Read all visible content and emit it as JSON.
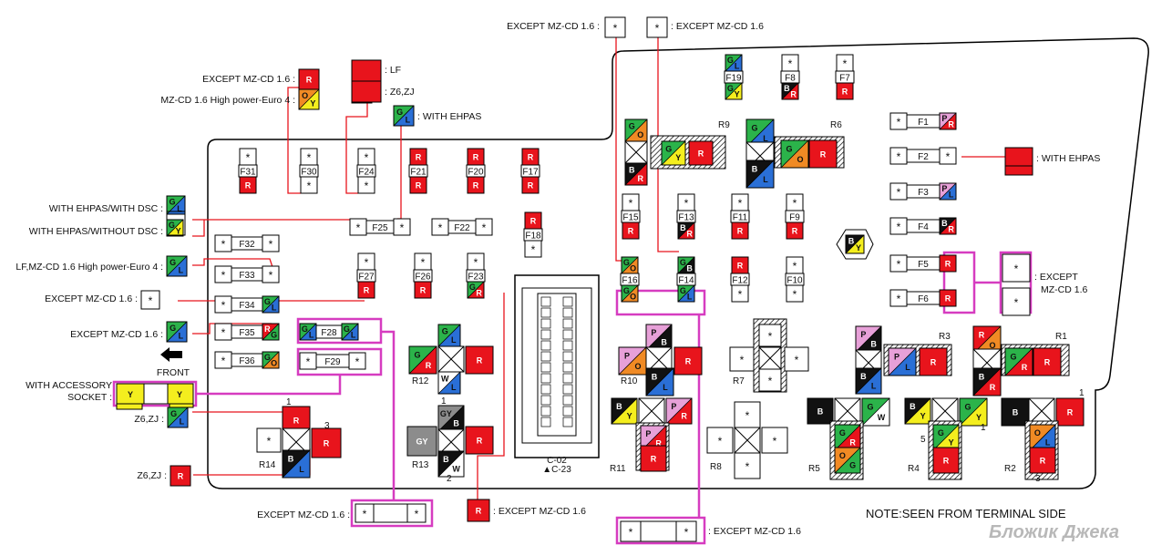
{
  "colors": {
    "R": "#e8141c",
    "G": "#2bb34a",
    "L": "#2a6fd6",
    "Y": "#f4ee1e",
    "O": "#f08a24",
    "P": "#e7a0d8",
    "W": "#ffffff",
    "B": "#111111",
    "GY": "#8c8c8c",
    "highlight": "#d63cc0",
    "wire": "#e8141c"
  },
  "fuse_labels": {
    "F1": "F1",
    "F2": "F2",
    "F3": "F3",
    "F4": "F4",
    "F5": "F5",
    "F6": "F6",
    "F7": "F7",
    "F8": "F8",
    "F9": "F9",
    "F10": "F10",
    "F11": "F11",
    "F12": "F12",
    "F13": "F13",
    "F14": "F14",
    "F15": "F15",
    "F16": "F16",
    "F17": "F17",
    "F18": "F18",
    "F19": "F19",
    "F20": "F20",
    "F21": "F21",
    "F22": "F22",
    "F23": "F23",
    "F24": "F24",
    "F25": "F25",
    "F26": "F26",
    "F27": "F27",
    "F28": "F28",
    "F29": "F29",
    "F30": "F30",
    "F31": "F31",
    "F32": "F32",
    "F33": "F33",
    "F34": "F34",
    "F35": "F35",
    "F36": "F36"
  },
  "relay_labels": {
    "R1": "R1",
    "R2": "R2",
    "R3": "R3",
    "R4": "R4",
    "R5": "R5",
    "R6": "R6",
    "R7": "R7",
    "R8": "R8",
    "R9": "R9",
    "R10": "R10",
    "R11": "R11",
    "R12": "R12",
    "R13": "R13",
    "R14": "R14"
  },
  "pin_numbers": {
    "one": "1",
    "two": "2",
    "three": "3",
    "five": "5"
  },
  "connector_labels": {
    "c02": "C-02",
    "c23": "▲C-23"
  },
  "annotations": {
    "except_mzcd_top_left": "EXCEPT MZ-CD 1.6 :",
    "except_mzcd_top_right": ": EXCEPT MZ-CD 1.6",
    "except_mzcd_f30": "EXCEPT MZ-CD 1.6 :",
    "mzcd_high_power": "MZ-CD 1.6 High power-Euro 4 :",
    "lf": ": LF",
    "z6zj_top": ": Z6,ZJ",
    "with_ehpas": ": WITH EHPAS",
    "with_ehpas_dsc": "WITH EHPAS/WITH DSC :",
    "with_ehpas_no_dsc": "WITH EHPAS/WITHOUT DSC :",
    "lf_mzcd_high_power": "LF,MZ-CD 1.6 High power-Euro 4 :",
    "except_mzcd_f34": "EXCEPT MZ-CD 1.6 :",
    "except_mzcd_f35": "EXCEPT MZ-CD 1.6 :",
    "front": "FRONT",
    "with_accessory_1": "WITH ACCESSORY",
    "with_accessory_2": "SOCKET :",
    "z6zj_left": "Z6,ZJ :",
    "z6zj_bottom": "Z6,ZJ :",
    "except_mzcd_bottom_left": "EXCEPT MZ-CD 1.6 :",
    "except_mzcd_f23": ": EXCEPT MZ-CD 1.6",
    "except_mzcd_bottom_mid": ": EXCEPT MZ-CD 1.6",
    "with_ehpas_f2": ": WITH EHPAS",
    "except_right_1": ": EXCEPT",
    "except_right_2": "MZ-CD 1.6",
    "note": "NOTE:SEEN FROM TERMINAL SIDE",
    "watermark": "Бложик Джека"
  }
}
